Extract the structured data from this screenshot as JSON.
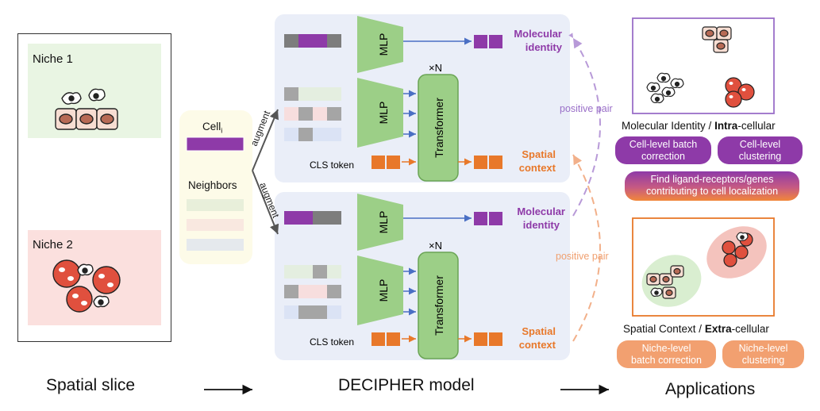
{
  "left": {
    "niche1": "Niche 1",
    "niche2": "Niche 2",
    "caption": "Spatial slice"
  },
  "center_input": {
    "cell": "Cell",
    "cell_sub": "i",
    "neighbors": "Neighbors",
    "augment": "augment"
  },
  "model": {
    "caption": "DECIPHER model",
    "mlp": "MLP",
    "transformer": "Transformer",
    "repeat": "×N",
    "cls": "CLS token",
    "mol_line1": "Molecular",
    "mol_line2": "identity",
    "sp_line1": "Spatial",
    "sp_line2": "context",
    "positive_pair": "positive pair"
  },
  "apps": {
    "caption": "Applications",
    "intra_prefix": "Molecular Identity / ",
    "intra_bold": "Intra",
    "intra_suffix": "-cellular",
    "extra_prefix": "Spatial Context / ",
    "extra_bold": "Extra",
    "extra_suffix": "-cellular",
    "pill1_l1": "Cell-level batch",
    "pill1_l2": "correction",
    "pill2_l1": "Cell-level",
    "pill2_l2": "clustering",
    "pill3_l1": "Find ligand-receptors/genes",
    "pill3_l2": "contributing to cell localization",
    "pill4_l1": "Niche-level",
    "pill4_l2": "batch correction",
    "pill5_l1": "Niche-level",
    "pill5_l2": "clustering"
  },
  "colors": {
    "purple": "#8e3aa8",
    "orange": "#e8782a",
    "mlp_green": "#9ccf87",
    "model_bg": "#eaeef8",
    "niche1_bg": "#e9f5e3",
    "niche2_bg": "#fbe0de"
  }
}
